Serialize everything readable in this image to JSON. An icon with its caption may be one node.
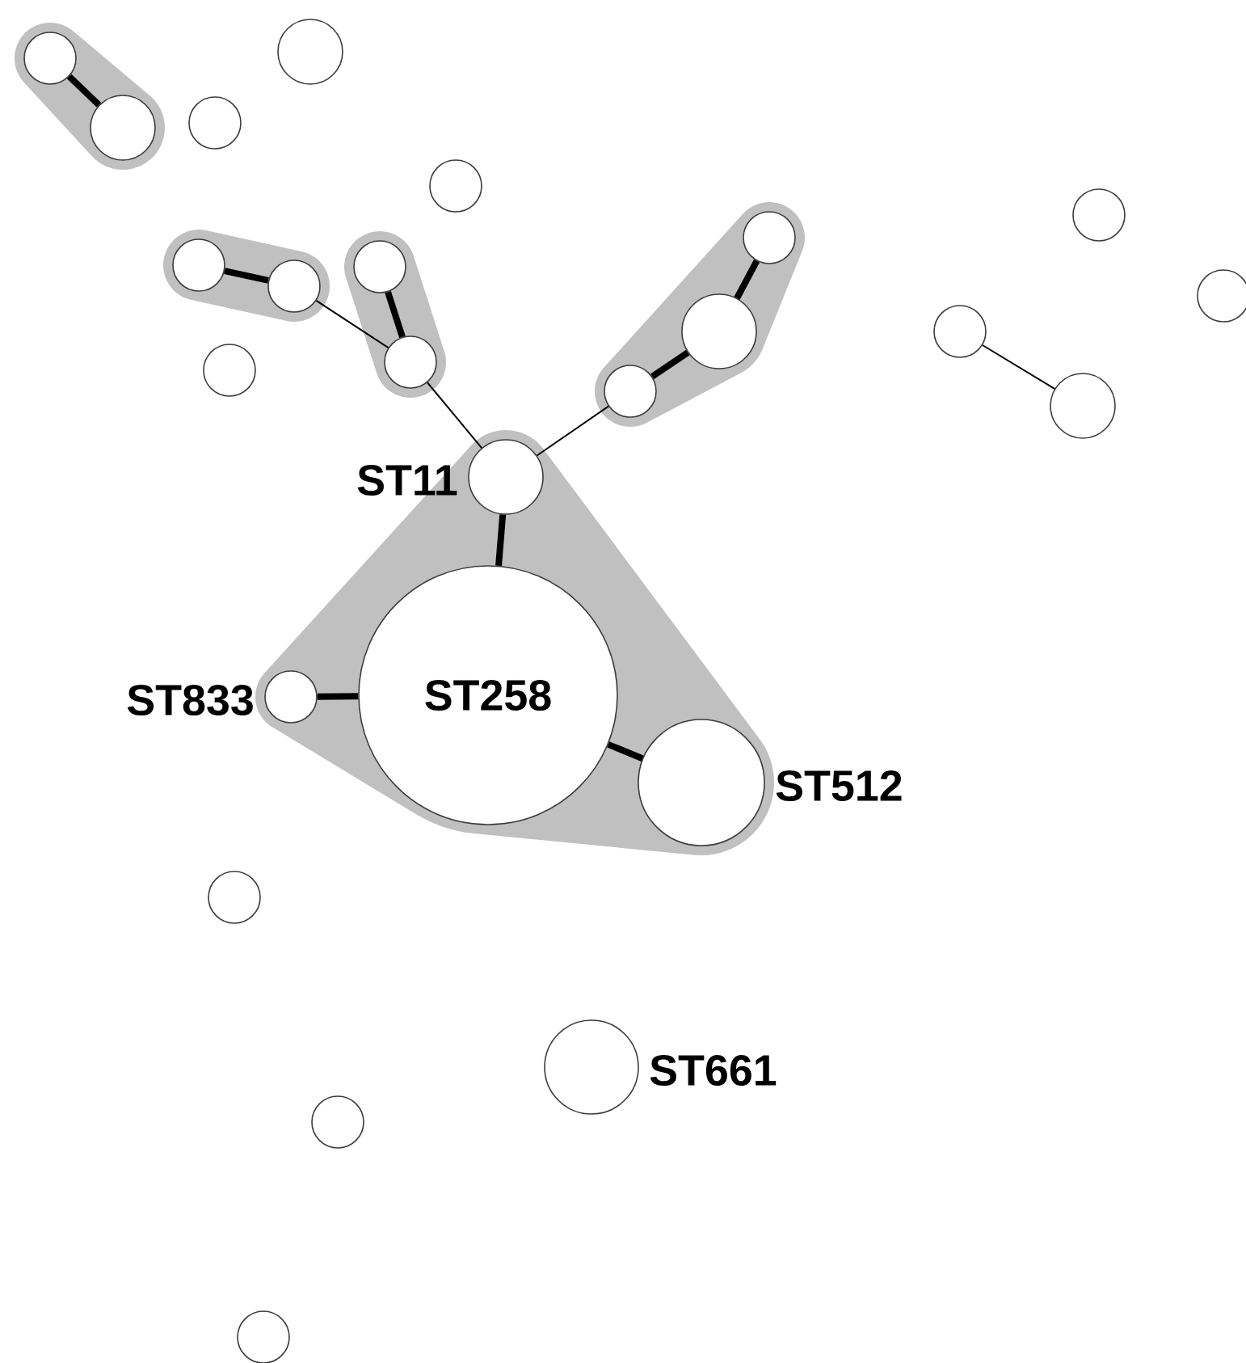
{
  "diagram": {
    "nodes": [
      {
        "text": [],
        "shape": "circle"
      },
      {
        "text": [],
        "shape": "circle"
      },
      {
        "text": [],
        "shape": "circle"
      },
      {
        "text": [],
        "shape": "circle"
      },
      {
        "text": [],
        "shape": "circle"
      },
      {
        "text": [],
        "shape": "circle"
      },
      {
        "text": [],
        "shape": "circle"
      },
      {
        "text": [],
        "shape": "circle"
      },
      {
        "text": [],
        "shape": "circle"
      },
      {
        "text": [],
        "shape": "circle"
      },
      {
        "text": [],
        "shape": "circle"
      },
      {
        "text": [],
        "shape": "circle"
      },
      {
        "text": [],
        "shape": "circle"
      },
      {
        "text": [],
        "shape": "circle"
      },
      {
        "text": [],
        "shape": "circle"
      },
      {
        "text": [],
        "shape": "circle"
      },
      {
        "text": [],
        "shape": "circle"
      },
      {
        "text": [],
        "shape": "circle",
        "beside": [
          "ST11"
        ]
      },
      {
        "text": [
          "ST258"
        ]
      },
      {
        "text": [],
        "shape": "circle",
        "beside": [
          "ST833"
        ]
      },
      {
        "text": [],
        "shape": "circle",
        "beside": [
          "ST512"
        ]
      },
      {
        "text": [],
        "shape": "circle"
      },
      {
        "text": [],
        "shape": "circle",
        "beside": [
          "ST661"
        ]
      },
      {
        "text": [],
        "shape": "circle"
      },
      {
        "text": [],
        "shape": "circle"
      }
    ],
    "edges": [
      {
        "from": 0,
        "to": 1,
        "arrow": "none"
      },
      {
        "from": 6,
        "to": 7,
        "arrow": "none"
      },
      {
        "from": 7,
        "to": 9,
        "arrow": "none"
      },
      {
        "from": 8,
        "to": 9,
        "arrow": "none"
      },
      {
        "from": 9,
        "to": 17,
        "arrow": "none"
      },
      {
        "from": 10,
        "to": 11,
        "arrow": "none"
      },
      {
        "from": 11,
        "to": 12,
        "arrow": "none"
      },
      {
        "from": 12,
        "to": 17,
        "arrow": "none"
      },
      {
        "from": 14,
        "to": 15,
        "arrow": "none"
      },
      {
        "from": 17,
        "to": 18,
        "arrow": "none"
      },
      {
        "from": 18,
        "to": 19,
        "arrow": "none"
      },
      {
        "from": 18,
        "to": 20,
        "arrow": "none"
      }
    ]
  }
}
